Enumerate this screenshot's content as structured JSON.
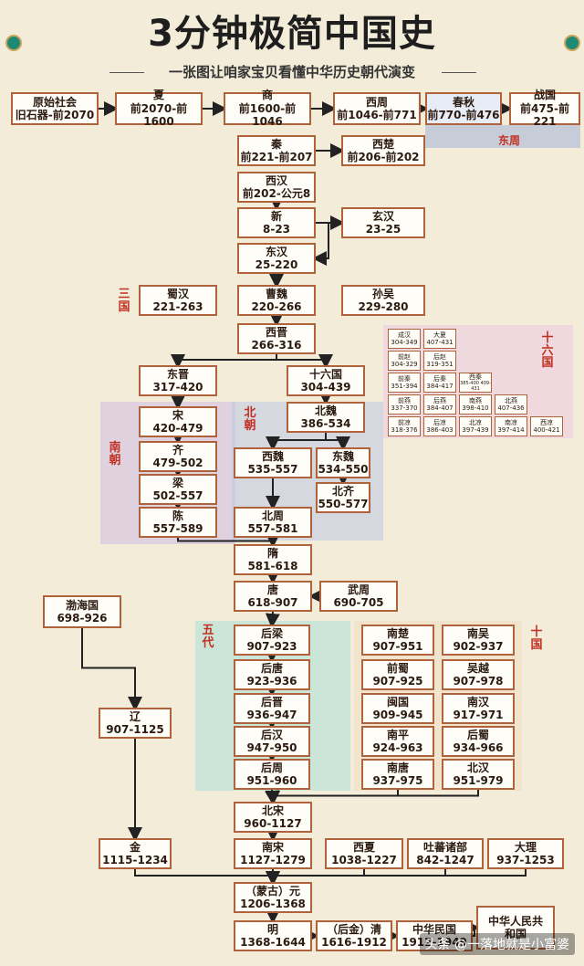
{
  "title": "3分钟极简中国史",
  "subtitle": "一张图让咱家宝贝看懂中华历史朝代演变",
  "watermark": "头条 @一落地就是小富婆",
  "region_labels": [
    {
      "id": "dongzhou",
      "text": "东周"
    },
    {
      "id": "sanguo",
      "text": "三国"
    },
    {
      "id": "shiliuguo",
      "text": "十六国"
    },
    {
      "id": "nanchao",
      "text": "南朝"
    },
    {
      "id": "beichao",
      "text": "北朝"
    },
    {
      "id": "wudai",
      "text": "五代"
    },
    {
      "id": "shiguo",
      "text": "十国"
    }
  ],
  "nodes": [
    {
      "id": "yuanshi",
      "name": "原始社会",
      "dates": "旧石器-前2070"
    },
    {
      "id": "xia",
      "name": "夏",
      "dates": "前2070-前1600"
    },
    {
      "id": "shang",
      "name": "商",
      "dates": "前1600-前1046"
    },
    {
      "id": "xizhou",
      "name": "西周",
      "dates": "前1046-前771"
    },
    {
      "id": "chunqiu",
      "name": "春秋",
      "dates": "前770-前476"
    },
    {
      "id": "zhanguo",
      "name": "战国",
      "dates": "前475-前221"
    },
    {
      "id": "qin",
      "name": "秦",
      "dates": "前221-前207"
    },
    {
      "id": "xichu",
      "name": "西楚",
      "dates": "前206-前202"
    },
    {
      "id": "xihan",
      "name": "西汉",
      "dates": "前202-公元8"
    },
    {
      "id": "xin",
      "name": "新",
      "dates": "8-23"
    },
    {
      "id": "xuanhan",
      "name": "玄汉",
      "dates": "23-25"
    },
    {
      "id": "donghan",
      "name": "东汉",
      "dates": "25-220"
    },
    {
      "id": "shuhan",
      "name": "蜀汉",
      "dates": "221-263"
    },
    {
      "id": "caowei",
      "name": "曹魏",
      "dates": "220-266"
    },
    {
      "id": "sunwu",
      "name": "孙吴",
      "dates": "229-280"
    },
    {
      "id": "xijin",
      "name": "西晋",
      "dates": "266-316"
    },
    {
      "id": "dongjin",
      "name": "东晋",
      "dates": "317-420"
    },
    {
      "id": "shiliu",
      "name": "十六国",
      "dates": "304-439"
    },
    {
      "id": "song_s",
      "name": "宋",
      "dates": "420-479"
    },
    {
      "id": "qi",
      "name": "齐",
      "dates": "479-502"
    },
    {
      "id": "liang",
      "name": "梁",
      "dates": "502-557"
    },
    {
      "id": "chen",
      "name": "陈",
      "dates": "557-589"
    },
    {
      "id": "beiwei",
      "name": "北魏",
      "dates": "386-534"
    },
    {
      "id": "xiwei",
      "name": "西魏",
      "dates": "535-557"
    },
    {
      "id": "dongwei",
      "name": "东魏",
      "dates": "534-550"
    },
    {
      "id": "beiqi",
      "name": "北齐",
      "dates": "550-577"
    },
    {
      "id": "beizhou",
      "name": "北周",
      "dates": "557-581"
    },
    {
      "id": "sui",
      "name": "隋",
      "dates": "581-618"
    },
    {
      "id": "tang",
      "name": "唐",
      "dates": "618-907"
    },
    {
      "id": "wuzhou",
      "name": "武周",
      "dates": "690-705"
    },
    {
      "id": "bohai",
      "name": "渤海国",
      "dates": "698-926"
    },
    {
      "id": "houliang",
      "name": "后梁",
      "dates": "907-923"
    },
    {
      "id": "houtang",
      "name": "后唐",
      "dates": "923-936"
    },
    {
      "id": "houjin",
      "name": "后晋",
      "dates": "936-947"
    },
    {
      "id": "houhan",
      "name": "后汉",
      "dates": "947-950"
    },
    {
      "id": "houzhou",
      "name": "后周",
      "dates": "951-960"
    },
    {
      "id": "liao",
      "name": "辽",
      "dates": "907-1125"
    },
    {
      "id": "nanchu",
      "name": "南楚",
      "dates": "907-951"
    },
    {
      "id": "nanwu",
      "name": "南吴",
      "dates": "902-937"
    },
    {
      "id": "qianshu",
      "name": "前蜀",
      "dates": "907-925"
    },
    {
      "id": "wuyue",
      "name": "吴越",
      "dates": "907-978"
    },
    {
      "id": "minguo",
      "name": "闽国",
      "dates": "909-945"
    },
    {
      "id": "nanhan",
      "name": "南汉",
      "dates": "917-971"
    },
    {
      "id": "nanping",
      "name": "南平",
      "dates": "924-963"
    },
    {
      "id": "houshu",
      "name": "后蜀",
      "dates": "934-966"
    },
    {
      "id": "nantang",
      "name": "南唐",
      "dates": "937-975"
    },
    {
      "id": "beihan",
      "name": "北汉",
      "dates": "951-979"
    },
    {
      "id": "beisong",
      "name": "北宋",
      "dates": "960-1127"
    },
    {
      "id": "jin",
      "name": "金",
      "dates": "1115-1234"
    },
    {
      "id": "nansong",
      "name": "南宋",
      "dates": "1127-1279"
    },
    {
      "id": "xixia",
      "name": "西夏",
      "dates": "1038-1227"
    },
    {
      "id": "tubo",
      "name": "吐蕃诸部",
      "dates": "842-1247"
    },
    {
      "id": "dali",
      "name": "大理",
      "dates": "937-1253"
    },
    {
      "id": "yuan",
      "name": "（蒙古）元",
      "dates": "1206-1368"
    },
    {
      "id": "ming",
      "name": "明",
      "dates": "1368-1644"
    },
    {
      "id": "qing",
      "name": "（后金）清",
      "dates": "1616-1912"
    },
    {
      "id": "minguo2",
      "name": "中华民国",
      "dates": "1912-1949"
    },
    {
      "id": "prc",
      "name": "中华人民共和国",
      "dates": ""
    }
  ],
  "sixteen_states": [
    {
      "name": "成汉",
      "dates": "304-349"
    },
    {
      "name": "大夏",
      "dates": "407-431"
    },
    {
      "name": "前赵",
      "dates": "304-329"
    },
    {
      "name": "后赵",
      "dates": "319-351"
    },
    {
      "name": "前秦",
      "dates": "351-394"
    },
    {
      "name": "后秦",
      "dates": "384-417"
    },
    {
      "name": "西秦",
      "dates": "385-400 409-431"
    },
    {
      "name": "前燕",
      "dates": "337-370"
    },
    {
      "name": "后燕",
      "dates": "384-407"
    },
    {
      "name": "南燕",
      "dates": "398-410"
    },
    {
      "name": "北燕",
      "dates": "407-436"
    },
    {
      "name": "前凉",
      "dates": "318-376"
    },
    {
      "name": "后凉",
      "dates": "386-403"
    },
    {
      "name": "北凉",
      "dates": "397-439"
    },
    {
      "name": "南凉",
      "dates": "397-414"
    },
    {
      "name": "西凉",
      "dates": "400-421"
    }
  ]
}
